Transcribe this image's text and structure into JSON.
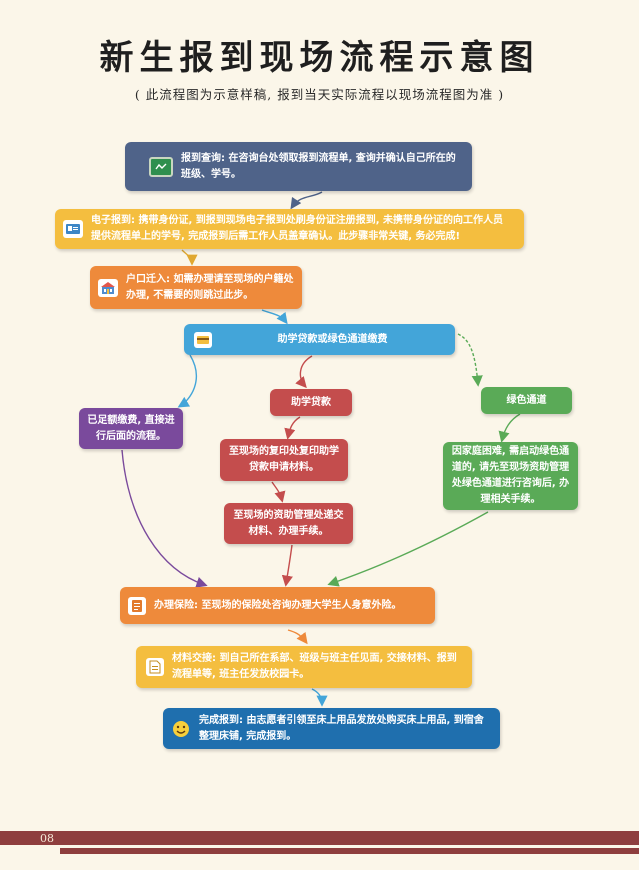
{
  "title": "新生报到现场流程示意图",
  "subtitle": "( 此流程图为示意样稿, 报到当天实际流程以现场流程图为准 )",
  "colors": {
    "navy": "#4f6389",
    "yellow": "#f4be3f",
    "orange": "#ee8a3b",
    "blue": "#43a5d9",
    "red": "#c44d4d",
    "green": "#5aaa57",
    "purple": "#7a4a9c",
    "deep_blue": "#1f6fae",
    "footer": "#8e3e3e"
  },
  "steps": {
    "query": {
      "label": "报到查询:",
      "text": "在咨询台处领取报到流程单, 查询并确认自己所在的班级、学号。",
      "icon": "blackboard-icon"
    },
    "electronic": {
      "label": "电子报到:",
      "text": "携带身份证, 到报到现场电子报到处刷身份证注册报到, 未携带身份证的向工作人员提供流程单上的学号, 完成报到后需工作人员盖章确认。此步骤非常关键, 务必完成!",
      "icon": "id-card-icon"
    },
    "hukou": {
      "label": "户口迁入:",
      "text": "如需办理请至现场的户籍处办理, 不需要的则跳过此步。",
      "icon": "building-icon"
    },
    "payment": {
      "text": "助学贷款或绿色通道缴费",
      "icon": "payment-icon"
    },
    "paid": {
      "text": "已足额缴费, 直接进行后面的流程。"
    },
    "loan": {
      "text": "助学贷款"
    },
    "loan_step1": {
      "text": "至现场的复印处复印助学贷款申请材料。"
    },
    "loan_step2": {
      "text": "至现场的资助管理处递交材料、办理手续。"
    },
    "green": {
      "text": "绿色通道"
    },
    "green_step": {
      "text": "因家庭困难, 需启动绿色通道的, 请先至现场资助管理处绿色通道进行咨询后, 办理相关手续。"
    },
    "insurance": {
      "label": "办理保险:",
      "text": "至现场的保险处咨询办理大学生人身意外险。",
      "icon": "document-icon"
    },
    "materials": {
      "label": "材料交接:",
      "text": "到自己所在系部、班级与班主任见面, 交接材料、报到流程单等, 班主任发放校园卡。",
      "icon": "file-icon"
    },
    "complete": {
      "label": "完成报到:",
      "text": "由志愿者引领至床上用品发放处购买床上用品, 到宿舍整理床铺, 完成报到。",
      "icon": "smiley-icon"
    }
  },
  "page_number": "08"
}
